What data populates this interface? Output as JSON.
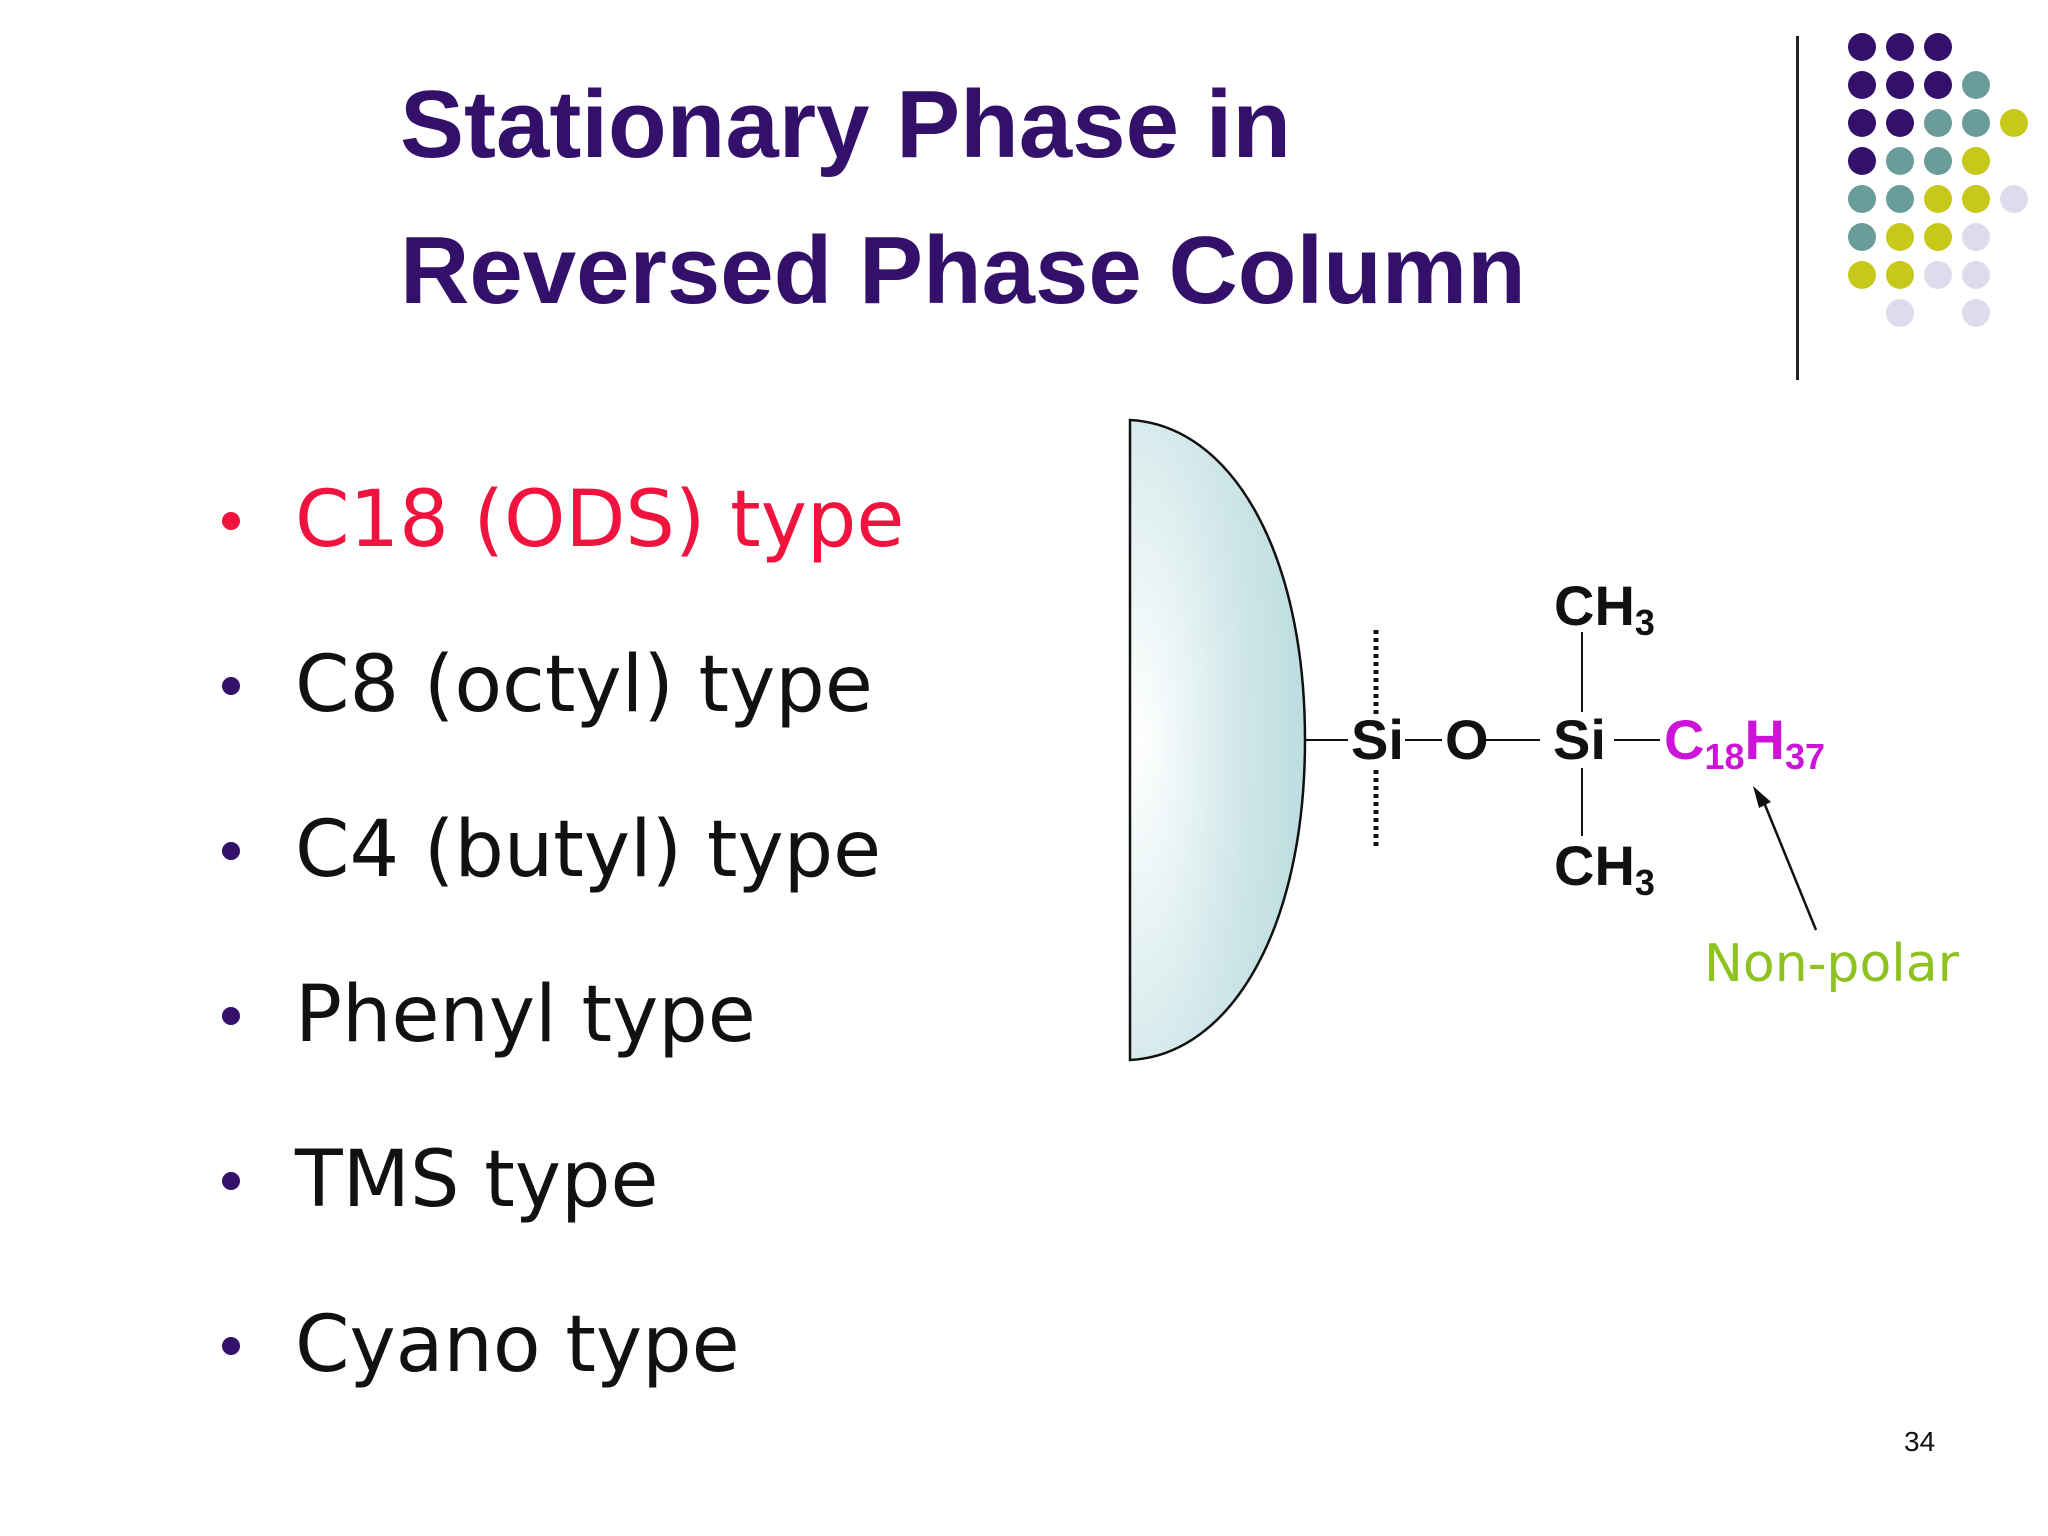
{
  "title": {
    "line1": "Stationary Phase in",
    "line2": "Reversed Phase Column"
  },
  "colors": {
    "title": "#33106a",
    "highlight": "#f0133d",
    "alkyl_chain": "#cc14d8",
    "annotation": "#8dc21f",
    "particle": "#b9dcdf",
    "dot_purple": "#33106a",
    "dot_teal": "#6a9c9a",
    "dot_yellow": "#c6c81a",
    "dot_lavender": "#dcdcec"
  },
  "bullets": [
    {
      "text": "C18 (ODS) type",
      "highlighted": true
    },
    {
      "text": "C8 (octyl) type",
      "highlighted": false
    },
    {
      "text": "C4 (butyl) type",
      "highlighted": false
    },
    {
      "text": "Phenyl type",
      "highlighted": false
    },
    {
      "text": "TMS type",
      "highlighted": false
    },
    {
      "text": "Cyano type",
      "highlighted": false
    }
  ],
  "diagram": {
    "si_left": "Si",
    "oxygen": "O",
    "si_right": "Si",
    "methyl_top": {
      "base": "CH",
      "sub": "3"
    },
    "methyl_bottom": {
      "base": "CH",
      "sub": "3"
    },
    "alkyl": {
      "c": "C",
      "c_sub": "18",
      "h": "H",
      "h_sub": "37"
    },
    "annotation": "Non-polar"
  },
  "slide_number": "34"
}
